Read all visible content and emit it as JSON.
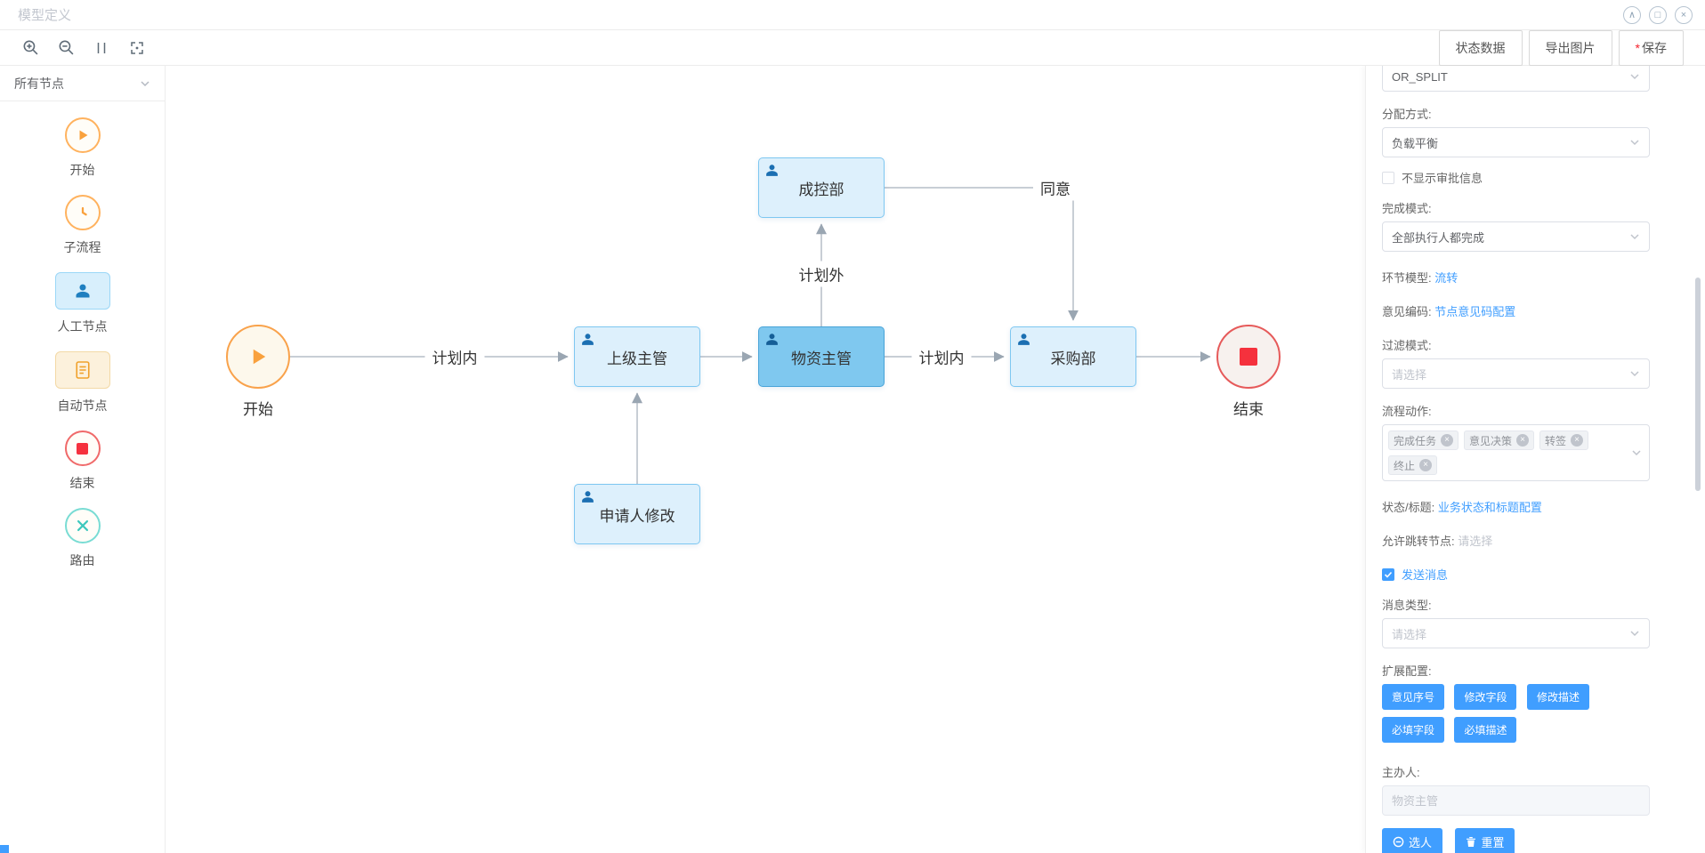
{
  "window": {
    "title": "模型定义"
  },
  "icons": {
    "window_collapse": "∧",
    "window_minimize": "□",
    "window_close": "×",
    "tag_close": "×"
  },
  "toolbar": {
    "status_data": "状态数据",
    "export_image": "导出图片",
    "save": "保存",
    "save_mark": "*"
  },
  "palette": {
    "filter": "所有节点",
    "items": [
      {
        "label": "开始"
      },
      {
        "label": "子流程"
      },
      {
        "label": "人工节点"
      },
      {
        "label": "自动节点"
      },
      {
        "label": "结束"
      },
      {
        "label": "路由"
      }
    ]
  },
  "canvas": {
    "nodes": [
      {
        "label": "开始",
        "type": "start"
      },
      {
        "label": "上级主管",
        "type": "task"
      },
      {
        "label": "物资主管",
        "type": "task",
        "selected": true
      },
      {
        "label": "成控部",
        "type": "task"
      },
      {
        "label": "采购部",
        "type": "task"
      },
      {
        "label": "申请人修改",
        "type": "task"
      },
      {
        "label": "结束",
        "type": "end"
      }
    ],
    "edges": [
      {
        "label": "计划内",
        "from": "开始",
        "to": "上级主管"
      },
      {
        "label": "",
        "from": "上级主管",
        "to": "物资主管"
      },
      {
        "label": "计划内",
        "from": "物资主管",
        "to": "采购部"
      },
      {
        "label": "",
        "from": "采购部",
        "to": "结束"
      },
      {
        "label": "计划外",
        "from": "物资主管",
        "to": "成控部"
      },
      {
        "label": "同意",
        "from": "成控部",
        "to": "采购部"
      },
      {
        "label": "",
        "from": "申请人修改",
        "to": "上级主管"
      }
    ]
  },
  "panel": {
    "split_mode_value": "OR_SPLIT",
    "assign_label": "分配方式:",
    "assign_value": "负载平衡",
    "hide_approval": "不显示审批信息",
    "complete_label": "完成模式:",
    "complete_value": "全部执行人都完成",
    "stage_model_label": "环节模型:",
    "stage_model_link": "流转",
    "opinion_label": "意见编码:",
    "opinion_link": "节点意见码配置",
    "filter_label": "过滤模式:",
    "filter_placeholder": "请选择",
    "action_label": "流程动作:",
    "action_tags": [
      "完成任务",
      "意见决策",
      "转签",
      "终止"
    ],
    "status_label": "状态/标题:",
    "status_link": "业务状态和标题配置",
    "jump_label": "允许跳转节点:",
    "jump_placeholder": "请选择",
    "send_message": "发送消息",
    "message_type_label": "消息类型:",
    "message_type_placeholder": "请选择",
    "ext_label": "扩展配置:",
    "ext_buttons": [
      "意见序号",
      "修改字段",
      "修改描述",
      "必填字段",
      "必填描述"
    ],
    "owner_label": "主办人:",
    "owner_placeholder": "物资主管",
    "pick_person": "选人",
    "reset": "重置"
  },
  "colors": {
    "accent": "#409eff",
    "node_fill": "#ddf0fc",
    "node_border": "#7ec7f1",
    "node_selected": "#7fc8ef",
    "start_orange": "#f9a24b",
    "end_red": "#e65a5a",
    "route_teal": "#3ec8bd"
  }
}
